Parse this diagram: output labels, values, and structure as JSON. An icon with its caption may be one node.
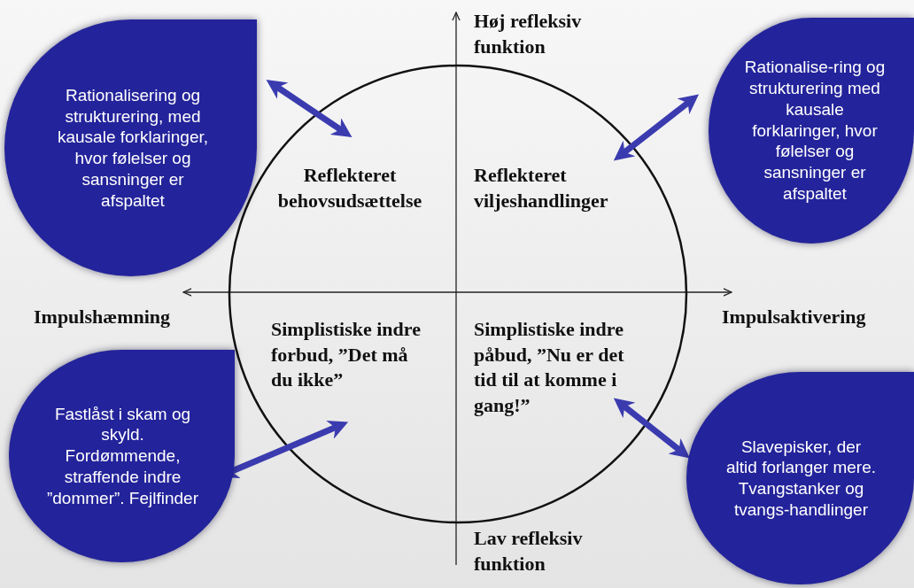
{
  "diagram": {
    "nodes": [
      {
        "text": [
          "Rationalisering og strukturering, med kausale forklaringer,  hvor følelser og sansninger er afspaltet"
        ]
      },
      {
        "text": [
          "Rationalise-ring og strukturering med kausale forklaringer, hvor følelser og sansninger er afspaltet"
        ]
      },
      {
        "text": [
          "Fastlåst i skam og skyld. Fordømmende, straffende indre ”dommer”. Fejlfinder"
        ]
      },
      {
        "text": [
          "Slavepisker, der altid forlanger mere. Tvangstanker og tvangs-handlinger"
        ]
      },
      {
        "text": [],
        "shape": "circle"
      }
    ],
    "edges": [
      {
        "from": 0,
        "to": 4,
        "arrow": "both"
      },
      {
        "from": 1,
        "to": 4,
        "arrow": "both"
      },
      {
        "from": 2,
        "to": 4,
        "arrow": "both"
      },
      {
        "from": 3,
        "to": 4,
        "arrow": "both"
      }
    ],
    "labels": [
      "Høj refleksiv funktion",
      "Reflekteret behovsudsættelse",
      "Reflekteret viljeshandlinger",
      "Impulshæmning",
      "Impulsaktivering",
      "Simplistiske indre forbud, ”Det må du ikke”",
      "Simplistiske indre påbud, ”Nu er det tid til at komme i gang!”",
      "Lav refleksiv funktion"
    ]
  }
}
